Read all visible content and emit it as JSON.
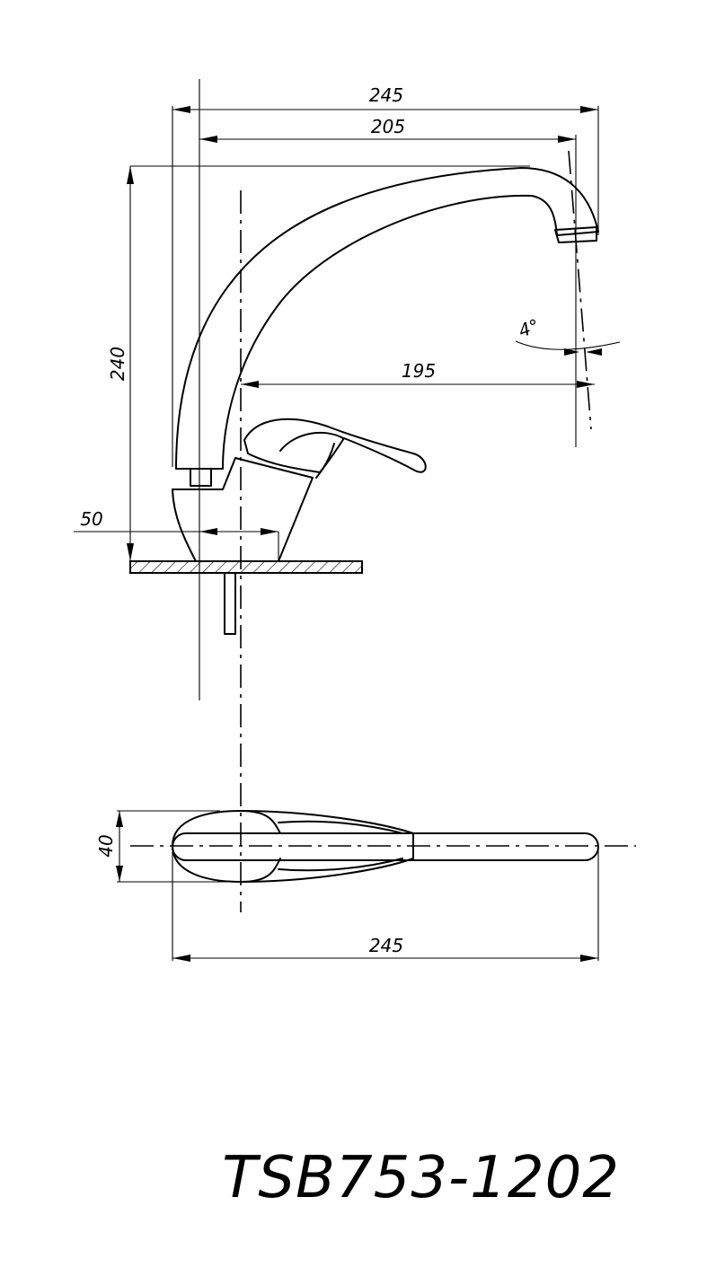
{
  "drawing": {
    "model_code": "TSB753-1202",
    "dimensions": {
      "total_width_top": "245",
      "spout_reach": "205",
      "height": "240",
      "reach_from_axis": "195",
      "spout_angle": "4°",
      "base_offset": "50",
      "plan_depth": "40",
      "total_width_plan": "245"
    }
  }
}
